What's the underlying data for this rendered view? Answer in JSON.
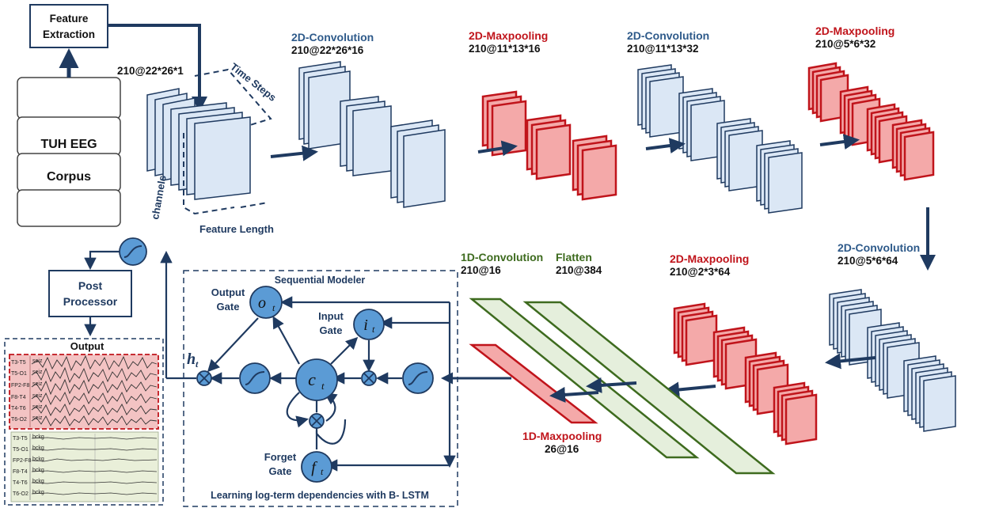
{
  "source": {
    "feature_extraction": [
      "Feature",
      "Extraction"
    ],
    "db": [
      "TUH EEG",
      "Corpus"
    ]
  },
  "input": {
    "dims": "210@22*26*1",
    "time_steps": "Time Steps",
    "channels": "channels",
    "feature_length": "Feature Length"
  },
  "conv2d_1": {
    "title": "2D-Convolution",
    "dims": "210@22*26*16"
  },
  "pool2d_1": {
    "title": "2D-Maxpooling",
    "dims": "210@11*13*16"
  },
  "conv2d_2": {
    "title": "2D-Convolution",
    "dims": "210@11*13*32"
  },
  "pool2d_2": {
    "title": "2D-Maxpooling",
    "dims": "210@5*6*32"
  },
  "conv2d_3": {
    "title": "2D-Convolution",
    "dims": "210@5*6*64"
  },
  "pool2d_3": {
    "title": "2D-Maxpooling",
    "dims": "210@2*3*64"
  },
  "flatten": {
    "title": "Flatten",
    "dims": "210@384"
  },
  "conv1d": {
    "title": "1D-Convolution",
    "dims": "210@16"
  },
  "pool1d": {
    "title": "1D-Maxpooling",
    "dims": "26@16"
  },
  "lstm": {
    "title": "Sequential Modeler",
    "caption": "Learning log-term dependencies with B- LSTM",
    "output_gate": [
      "Output",
      "Gate"
    ],
    "input_gate": [
      "Input",
      "Gate"
    ],
    "forget_gate": [
      "Forget",
      "Gate"
    ],
    "o": "o",
    "i": "i",
    "c": "c",
    "f": "f",
    "h": "h",
    "sub": "t"
  },
  "post": {
    "label": [
      "Post",
      "Processor"
    ]
  },
  "output": {
    "title": "Output",
    "seiz_channels": [
      "T3-T5",
      "T5-O1",
      "FP2-F8",
      "F8-T4",
      "T4-T6",
      "T6-O2"
    ],
    "seiz_tag": "seiz",
    "bckg_channels": [
      "T3-T5",
      "T5-O1",
      "FP2-F8",
      "F8-T4",
      "T4-T6",
      "T6-O2"
    ],
    "bckg_tag": "bckg"
  },
  "colors": {
    "blue": "#2e5a8a",
    "dark_blue": "#1f3a60",
    "red": "#c0141b",
    "green": "#3e6b1f",
    "light_blue": "#dbe7f5",
    "light_red": "#f4a9a9",
    "light_green": "#e5efdc"
  }
}
